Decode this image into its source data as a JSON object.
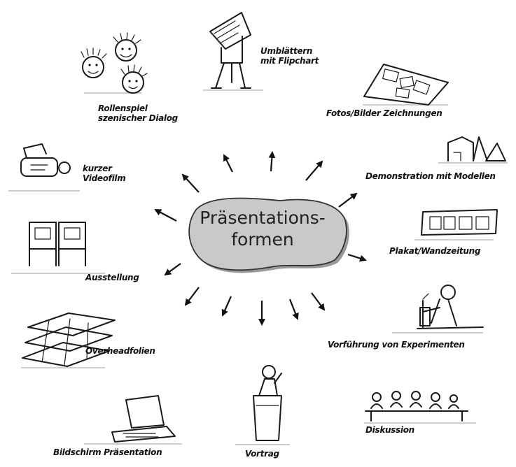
{
  "center": {
    "line1": "Präsentations-",
    "line2": "formen"
  },
  "items": {
    "rollenspiel": {
      "line1": "Rollenspiel",
      "line2": "szenischer Dialog"
    },
    "flipchart": {
      "line1": "Umblättern",
      "line2": "mit Flipchart"
    },
    "fotos": {
      "label": "Fotos/Bilder Zeichnungen"
    },
    "videofilm": {
      "line1": "kurzer",
      "line2": "Videofilm"
    },
    "modelle": {
      "label": "Demonstration mit Modellen"
    },
    "plakat": {
      "label": "Plakat/Wandzeitung"
    },
    "ausstellung": {
      "label": "Ausstellung"
    },
    "experimente": {
      "label": "Vorführung von Experimenten"
    },
    "overhead": {
      "label": "Overheadfolien"
    },
    "diskussion": {
      "label": "Diskussion"
    },
    "bildschirm": {
      "label": "Bildschirm Präsentation"
    },
    "vortrag": {
      "label": "Vortrag"
    }
  },
  "colors": {
    "blob_fill": "#c9c9c9",
    "blob_shadow": "#9a9a9a",
    "ink": "#1a1a1a",
    "rule": "#bdbdbd"
  }
}
